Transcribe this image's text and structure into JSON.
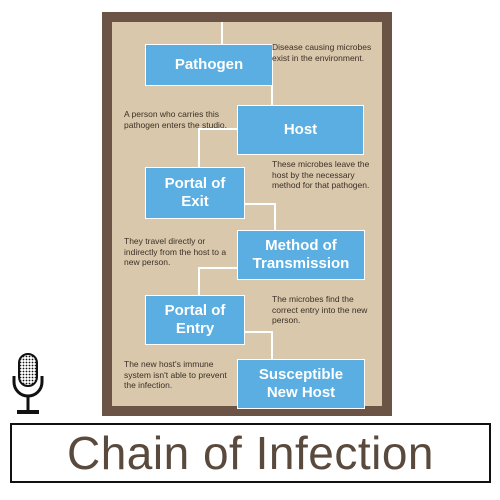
{
  "poster": {
    "steps": [
      {
        "label": "Pathogen",
        "description": "Disease causing microbes exist in the environment."
      },
      {
        "label": "Host",
        "description": "A person who carries this pathogen enters the studio."
      },
      {
        "label": "Portal of\nExit",
        "description": "These microbes leave the host by the necessary method for that pathogen."
      },
      {
        "label": "Method of\nTransmission",
        "description": "They travel directly or indirectly from the host to a new person."
      },
      {
        "label": "Portal of\nEntry",
        "description": "The microbes find the correct entry into the new person."
      },
      {
        "label": "Susceptible\nNew Host",
        "description": "The new host's immune system isn't able to prevent the infection."
      }
    ]
  },
  "title": "Chain of Infection",
  "colors": {
    "frame": "#6b5446",
    "panel": "#dac8ac",
    "box": "#5aaee2",
    "title_text": "#5a4a3e"
  },
  "icons": {
    "microphone": "microphone-icon"
  }
}
